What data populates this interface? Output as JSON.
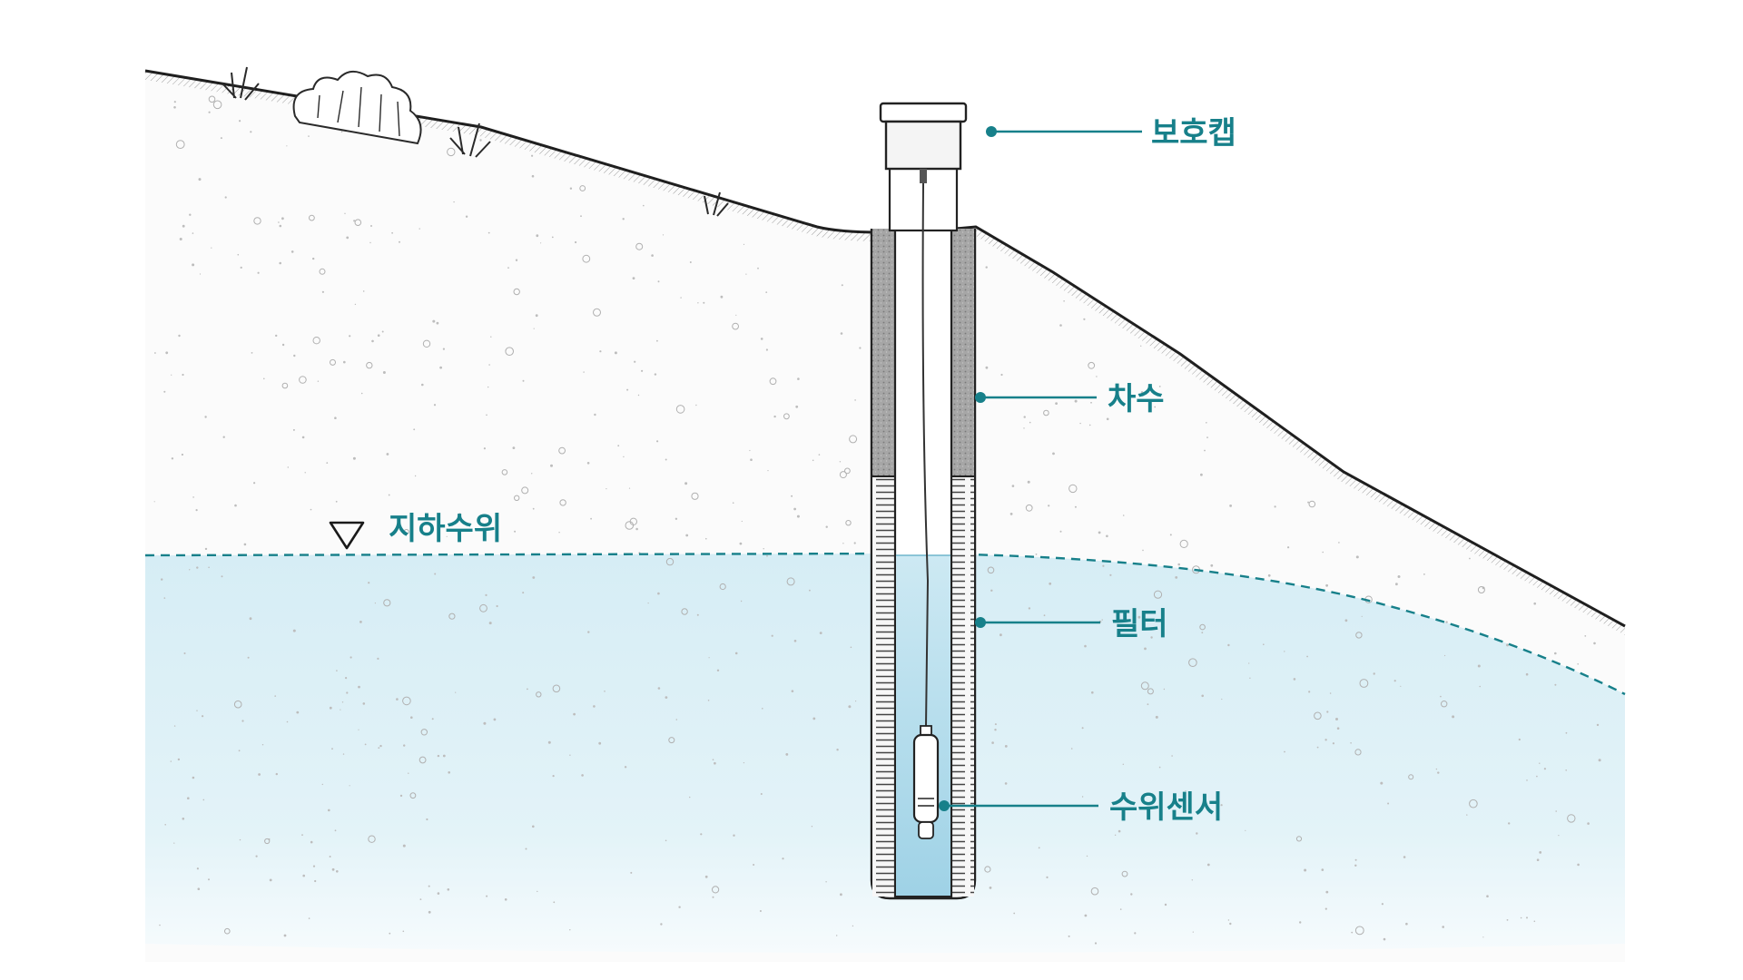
{
  "labels": {
    "cap": "보호캡",
    "seal": "차수",
    "water_table": "지하수위",
    "filter": "필터",
    "sensor": "수위센서"
  },
  "colors": {
    "accent": "#17808a",
    "water": "#cfe9f2",
    "water_deep": "#b7dfec",
    "outline": "#222222",
    "seal_fill": "#9a9a9a",
    "soil_dots": "#c9c9c9"
  }
}
